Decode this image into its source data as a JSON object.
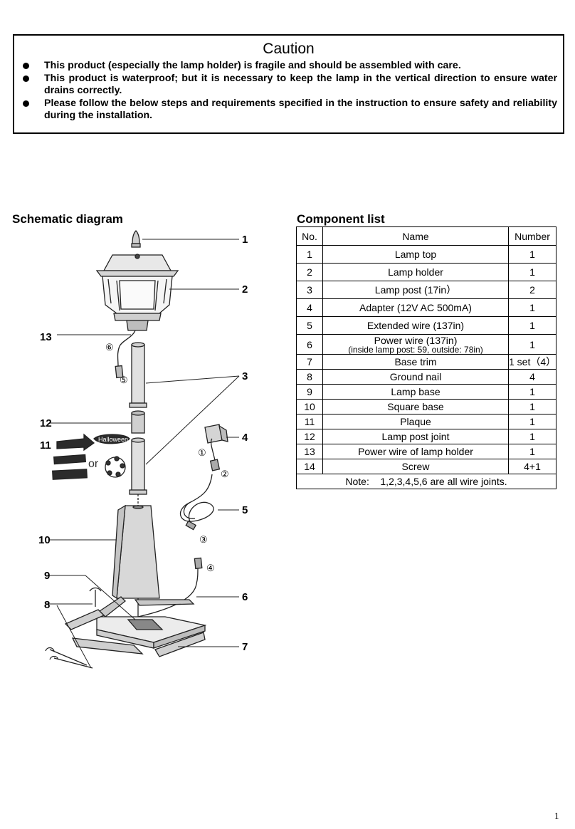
{
  "caution": {
    "title": "Caution",
    "items": [
      "This product (especially the lamp holder) is fragile and should be assembled with care.",
      "This product is waterproof; but it is necessary to keep the lamp in the vertical direction to ensure water drains correctly.",
      "Please follow the below steps and requirements specified in the instruction to ensure safety and reliability during the installation."
    ]
  },
  "schematic": {
    "heading": "Schematic diagram",
    "callouts": [
      "1",
      "2",
      "3",
      "4",
      "5",
      "6",
      "7",
      "8",
      "9",
      "10",
      "11",
      "12",
      "13"
    ],
    "connectors": [
      "①",
      "②",
      "③",
      "④",
      "⑤",
      "⑥"
    ],
    "or_label": "or",
    "plaque_text": "Halloween"
  },
  "component_list": {
    "heading": "Component list",
    "headers": [
      "No.",
      "Name",
      "Number"
    ],
    "rows": [
      {
        "no": "1",
        "name": "Lamp top",
        "sub": "",
        "number": "1"
      },
      {
        "no": "2",
        "name": "Lamp holder",
        "sub": "",
        "number": "1"
      },
      {
        "no": "3",
        "name": "Lamp post (17in）",
        "sub": "",
        "number": "2"
      },
      {
        "no": "4",
        "name": "Adapter (12V AC 500mA)",
        "sub": "",
        "number": "1"
      },
      {
        "no": "5",
        "name": "Extended wire (137in)",
        "sub": "",
        "number": "1"
      },
      {
        "no": "6",
        "name": "Power wire (137in)",
        "sub": "(inside lamp post: 59, outside: 78in)",
        "number": "1"
      },
      {
        "no": "7",
        "name": "Base trim",
        "sub": "",
        "number": "1 set（4）"
      },
      {
        "no": "8",
        "name": "Ground nail",
        "sub": "",
        "number": "4"
      },
      {
        "no": "9",
        "name": "Lamp base",
        "sub": "",
        "number": "1"
      },
      {
        "no": "10",
        "name": "Square base",
        "sub": "",
        "number": "1"
      },
      {
        "no": "11",
        "name": "Plaque",
        "sub": "",
        "number": "1"
      },
      {
        "no": "12",
        "name": "Lamp post joint",
        "sub": "",
        "number": "1"
      },
      {
        "no": "13",
        "name": "Power wire of lamp holder",
        "sub": "",
        "number": "1"
      },
      {
        "no": "14",
        "name": "Screw",
        "sub": "",
        "number": "4+1"
      }
    ],
    "note": "Note:    1,2,3,4,5,6 are all wire joints."
  },
  "page_number": "1"
}
